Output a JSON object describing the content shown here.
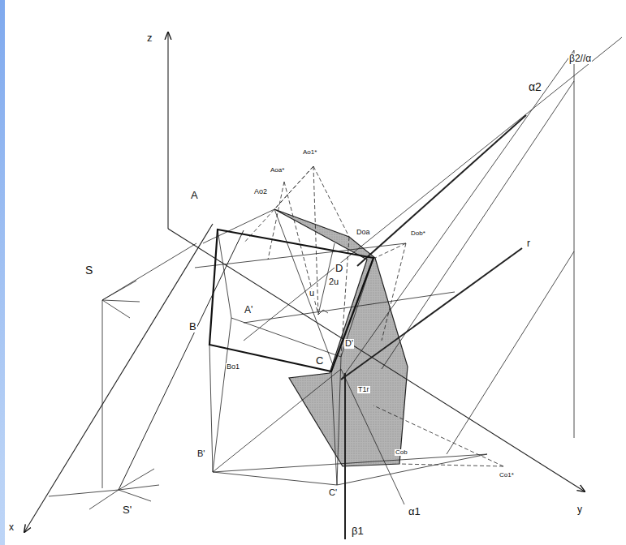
{
  "diagram": {
    "labels": [
      "z",
      "Ao1*",
      "Aoa*",
      "Ao2",
      "α2",
      "β2//α",
      "A",
      "Doa",
      "Dob*",
      "D",
      "2u",
      "S",
      "u",
      "A'",
      "B",
      "C",
      "D'",
      "r",
      "Bo1",
      "T1r",
      "Cob",
      "Co1*",
      "B'",
      "C'",
      "α1",
      "y",
      "β1",
      "x",
      "S'"
    ]
  }
}
